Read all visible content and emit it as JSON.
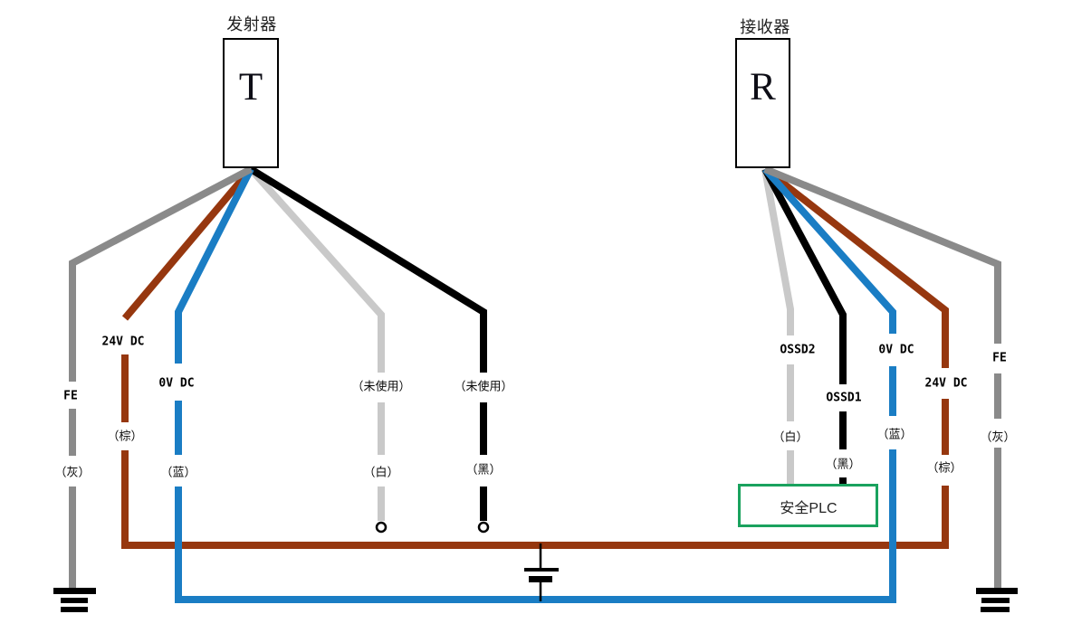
{
  "colors": {
    "brown": "#96370f",
    "blue": "#1a7dc4",
    "gray": "#8a8a8a",
    "white_wire": "#c9c9c9",
    "black": "#000000",
    "plc_green": "#1aa25e"
  },
  "transmitter": {
    "title": "发射器",
    "symbol": "T"
  },
  "receiver": {
    "title": "接收器",
    "symbol": "R"
  },
  "plc": {
    "label": "安全PLC"
  },
  "labels": {
    "fe": "FE",
    "v24": "24V DC",
    "v0": "0V DC",
    "ossd1": "OSSD1",
    "ossd2": "OSSD2",
    "gray": "（灰）",
    "brown": "（棕）",
    "blue": "（蓝）",
    "white": "（白）",
    "black": "（黑）",
    "unused": "（未使用）"
  }
}
